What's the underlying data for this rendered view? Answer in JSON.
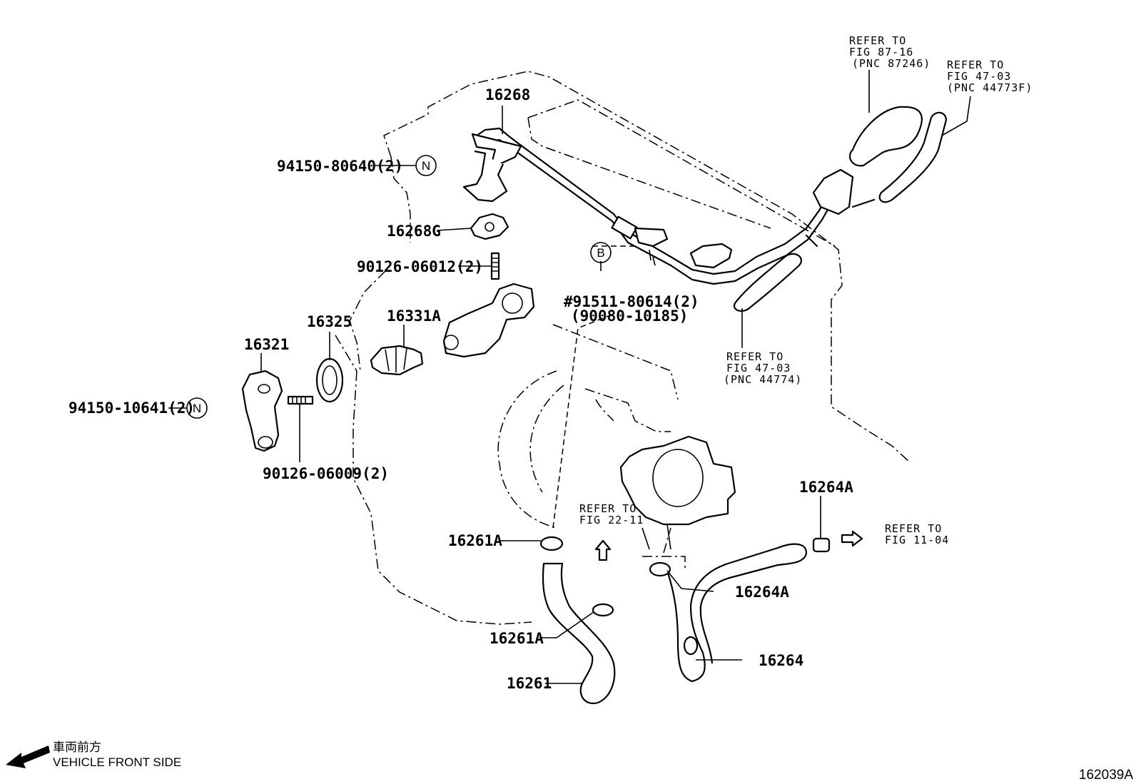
{
  "figure_id": "162039A",
  "direction": {
    "label_jp": "車両前方",
    "label_en": "VEHICLE FRONT SIDE",
    "icon": "arrow-left-icon"
  },
  "parts": {
    "p16268": "16268",
    "p94150_80640": "94150-80640(2)",
    "p16268G": "16268G",
    "p90126_06012": "90126-06012(2)",
    "p91511_80614": "#91511-80614(2)",
    "p90080_10185": "(90080-10185)",
    "p16325": "16325",
    "p16331A": "16331A",
    "p16321": "16321",
    "p94150_10641": "94150-10641(2)",
    "p90126_06009": "90126-06009(2)",
    "p16264A_top": "16264A",
    "p16261A_top": "16261A",
    "p16264A_mid": "16264A",
    "p16261A_low": "16261A",
    "p16264": "16264",
    "p16261": "16261"
  },
  "markers": {
    "n1": "N",
    "n2": "N",
    "b": "B"
  },
  "refs": {
    "r1": {
      "l1": "REFER TO",
      "l2": "FIG 87-16",
      "l3": "(PNC 87246)"
    },
    "r2": {
      "l1": "REFER TO",
      "l2": "FIG 47-03",
      "l3": "(PNC 44773F)"
    },
    "r3": {
      "l1": "REFER TO",
      "l2": "FIG 47-03",
      "l3": "(PNC 44774)"
    },
    "r4": {
      "l1": "REFER TO",
      "l2": "FIG 22-11"
    },
    "r5": {
      "l1": "REFER TO",
      "l2": "FIG 11-04"
    }
  }
}
